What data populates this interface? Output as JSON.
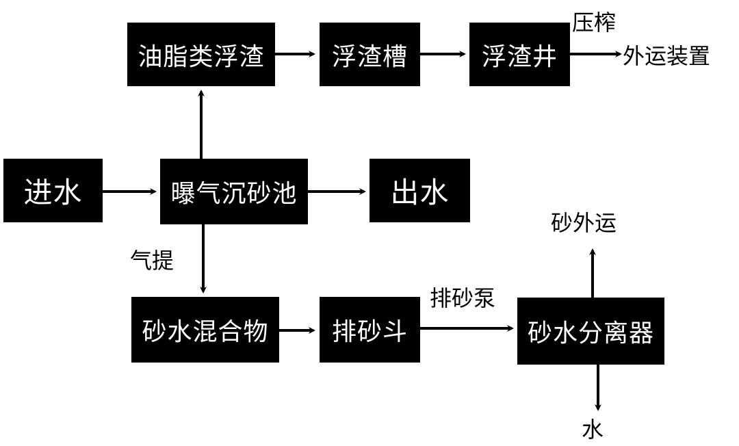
{
  "boxes": {
    "grease_scum": "油脂类浮渣",
    "scum_tank": "浮渣槽",
    "scum_well": "浮渣井",
    "inflow": "进水",
    "aerated_grit_chamber": "曝气沉砂池",
    "outflow": "出水",
    "sand_water_mixture": "砂水混合物",
    "sand_hopper": "排砂斗",
    "sand_water_separator": "砂水分离器"
  },
  "labels": {
    "press": "压榨",
    "transport_device": "外运装置",
    "air_lift": "气提",
    "sand_pump": "排砂泵",
    "sand_export": "砂外运",
    "water": "水"
  }
}
